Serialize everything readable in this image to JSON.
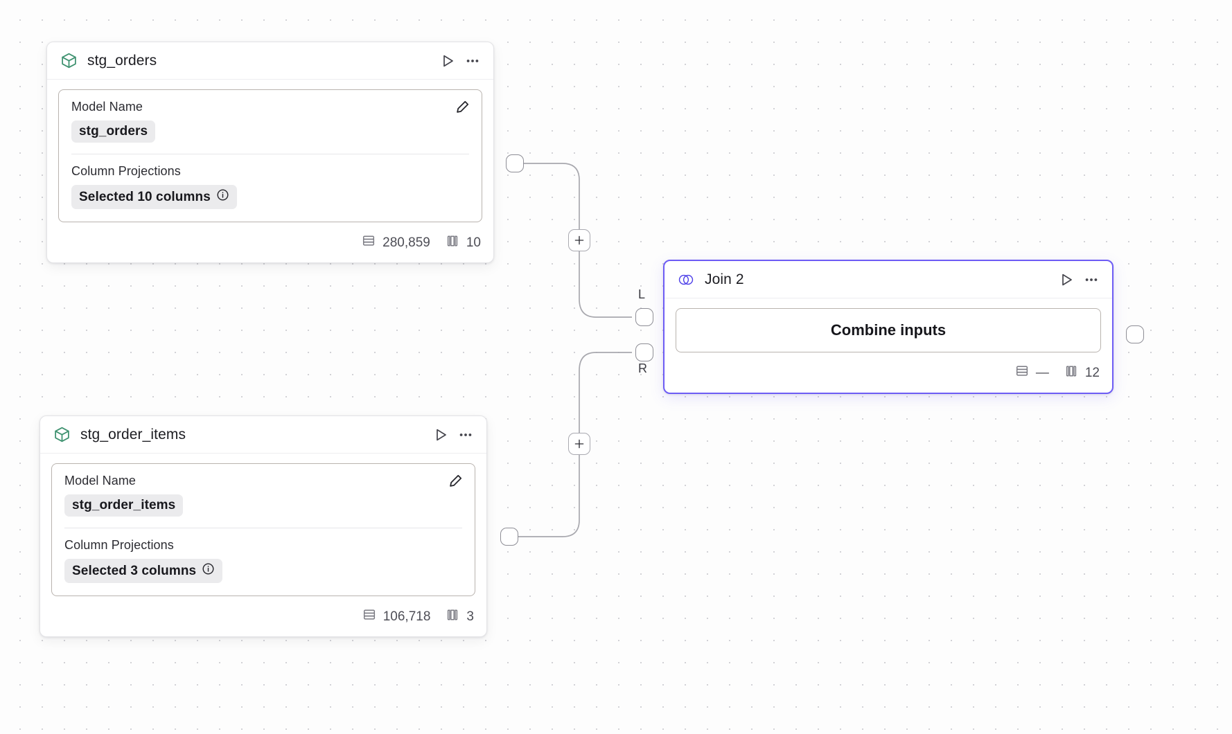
{
  "canvas": {
    "grid_dot_color": "#d2d2d6",
    "background_color": "#fdfdfd",
    "edge_color": "#a8a8ae"
  },
  "nodes": [
    {
      "id": "stg_orders",
      "icon": "cube-icon",
      "icon_color": "#3f9270",
      "title": "stg_orders",
      "selected": false,
      "panel": {
        "model_name_label": "Model Name",
        "model_name_value": "stg_orders",
        "column_projections_label": "Column Projections",
        "column_projections_value": "Selected 10 columns",
        "info_icon": "info-icon",
        "edit_icon": "pencil-icon"
      },
      "footer": {
        "rows_icon": "rows-icon",
        "rows": "280,859",
        "columns_icon": "columns-icon",
        "columns": "10"
      },
      "actions": {
        "run": "play-icon",
        "more": "ellipsis-icon"
      }
    },
    {
      "id": "stg_order_items",
      "icon": "cube-icon",
      "icon_color": "#3f9270",
      "title": "stg_order_items",
      "selected": false,
      "panel": {
        "model_name_label": "Model Name",
        "model_name_value": "stg_order_items",
        "column_projections_label": "Column Projections",
        "column_projections_value": "Selected 3 columns",
        "info_icon": "info-icon",
        "edit_icon": "pencil-icon"
      },
      "footer": {
        "rows_icon": "rows-icon",
        "rows": "106,718",
        "columns_icon": "columns-icon",
        "columns": "3"
      },
      "actions": {
        "run": "play-icon",
        "more": "ellipsis-icon"
      }
    },
    {
      "id": "join_2",
      "icon": "join-venn-icon",
      "icon_color": "#4b3de8",
      "title": "Join 2",
      "selected": true,
      "selected_border_color": "#6d5cf5",
      "body": {
        "combine_label": "Combine inputs"
      },
      "footer": {
        "rows_icon": "rows-icon",
        "rows": "—",
        "columns_icon": "columns-icon",
        "columns": "12"
      },
      "actions": {
        "run": "play-icon",
        "more": "ellipsis-icon"
      },
      "input_handles": [
        {
          "id": "left",
          "label": "L"
        },
        {
          "id": "right",
          "label": "R"
        }
      ]
    }
  ],
  "edge_buttons": [
    {
      "id": "add-node-upper",
      "label": "+"
    },
    {
      "id": "add-node-lower",
      "label": "+"
    }
  ]
}
